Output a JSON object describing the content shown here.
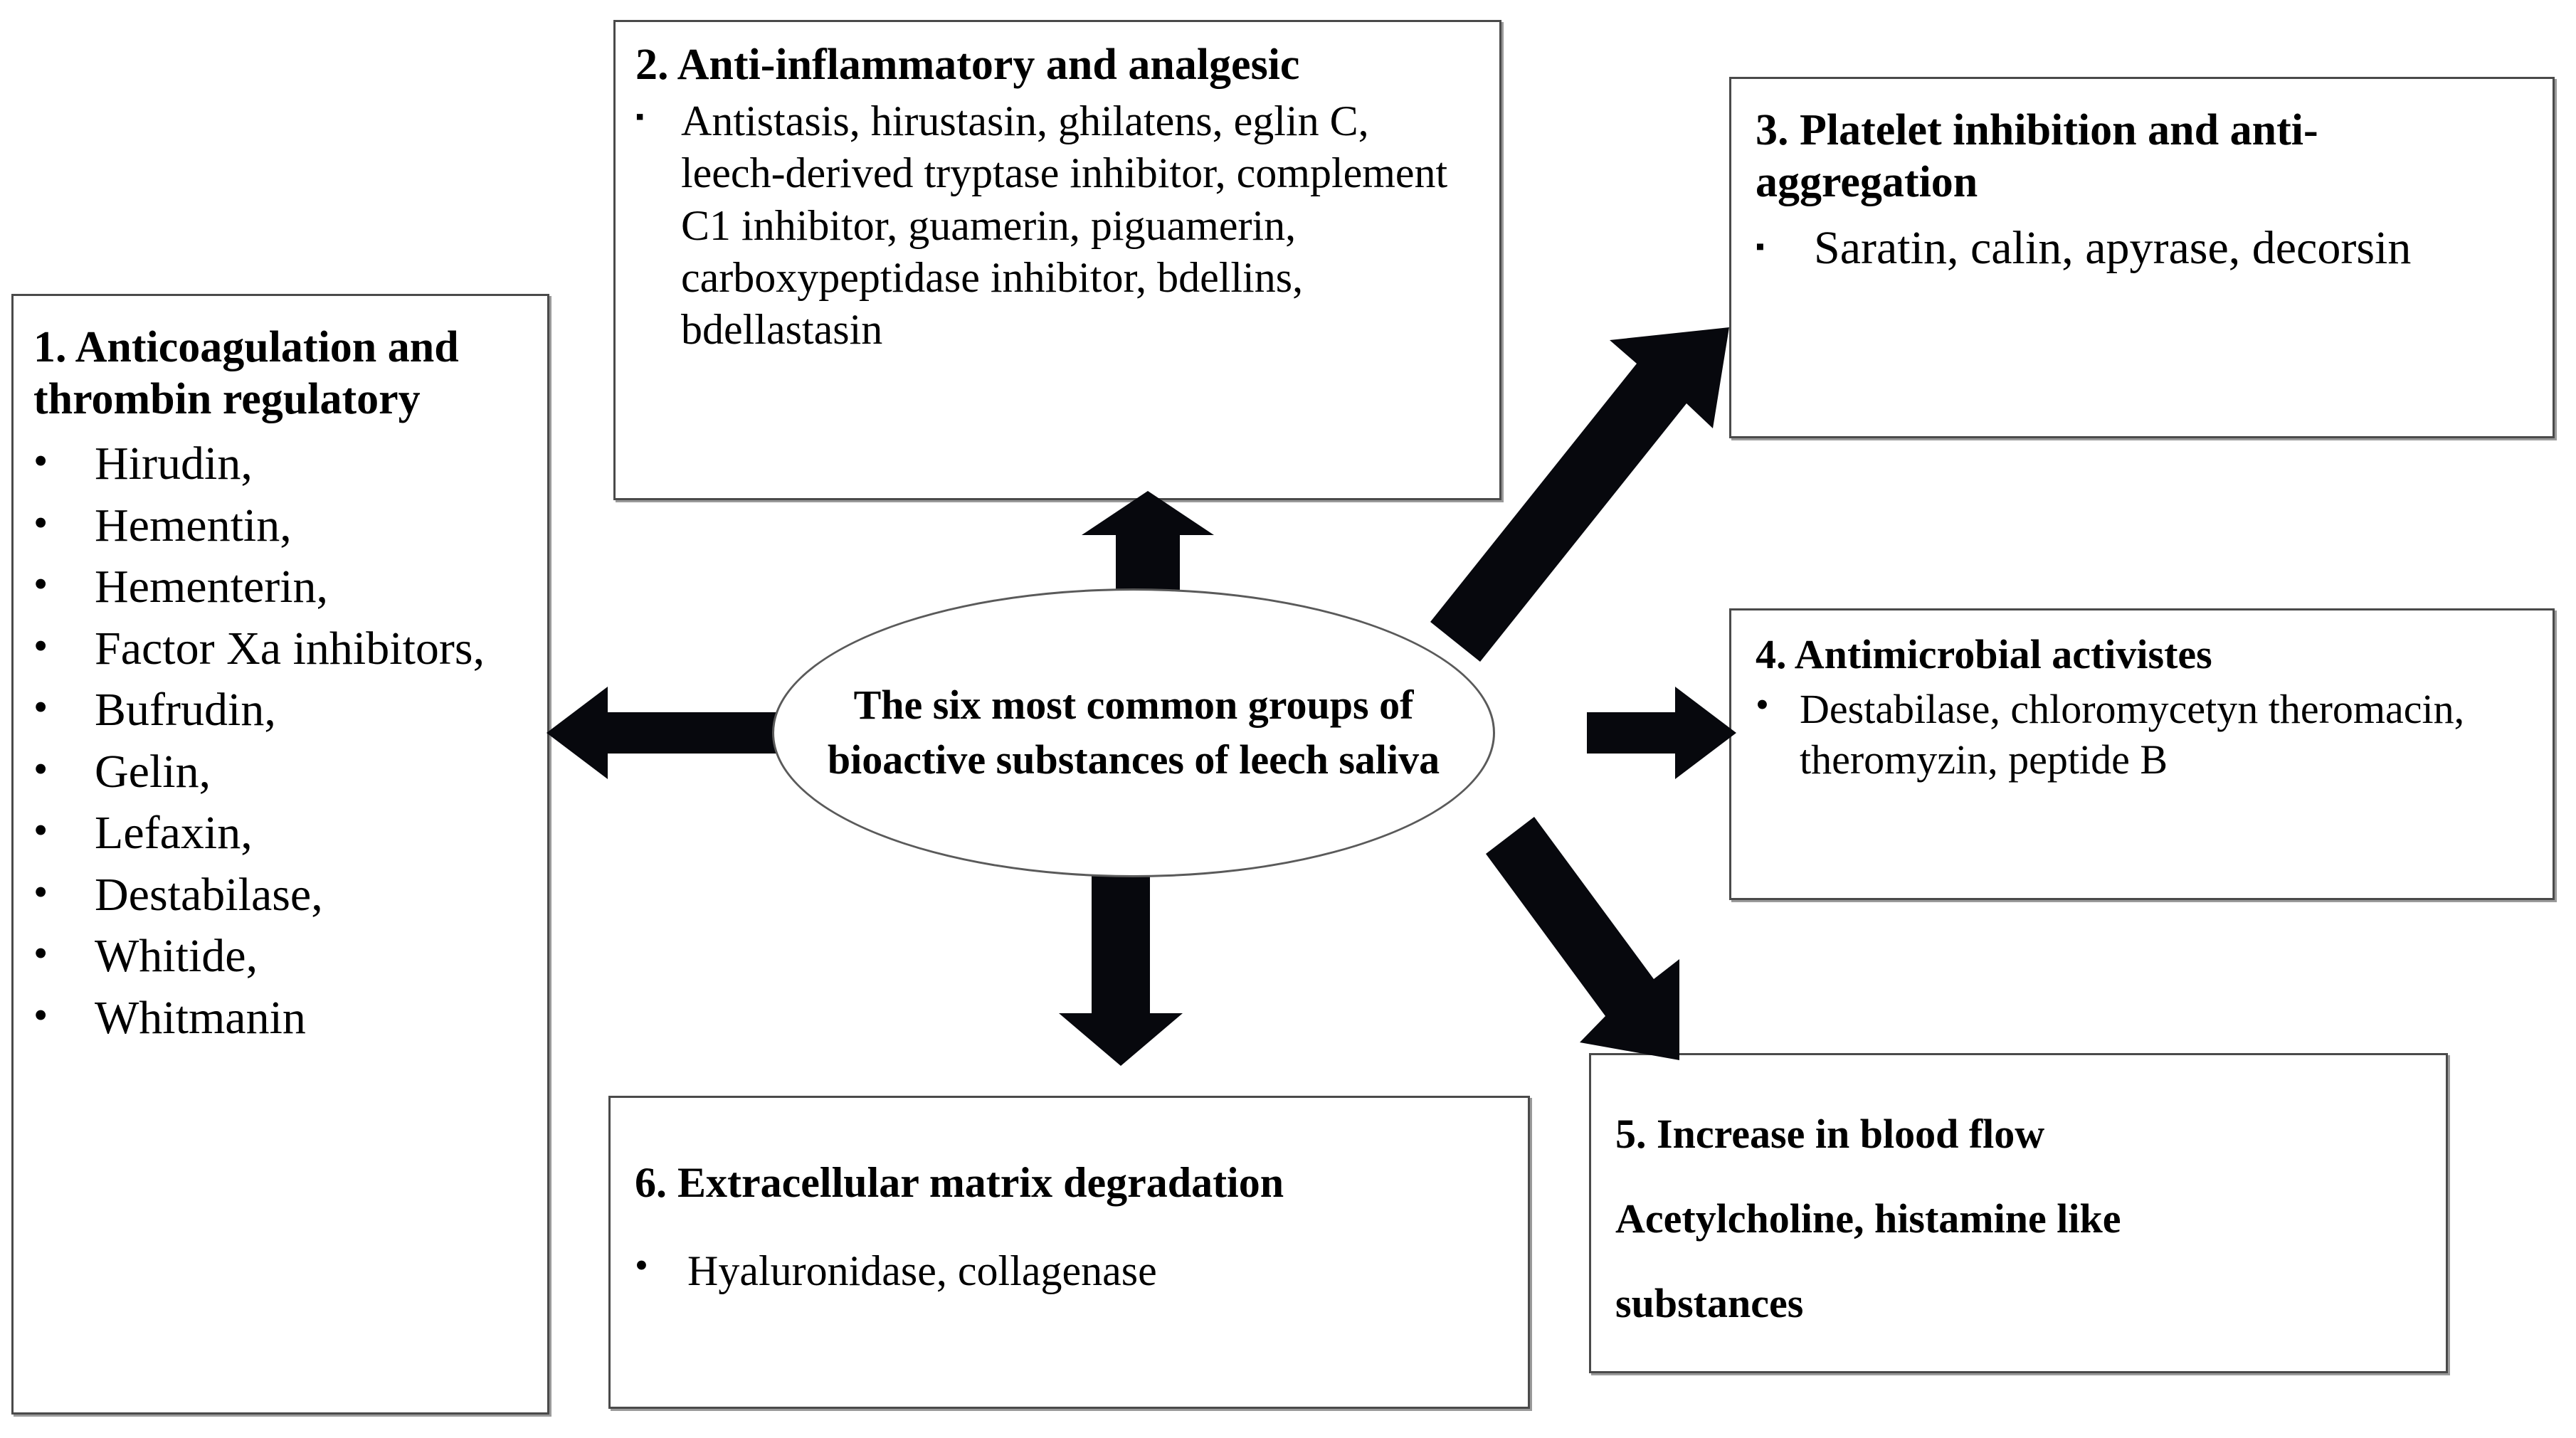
{
  "center": {
    "label": "The six most common groups of bioactive substances of leech saliva"
  },
  "boxes": [
    {
      "id": "box1",
      "title": "1. Anticoagulation and thrombin regulatory",
      "bullet_glyph": "•",
      "items": [
        "Hirudin,",
        "Hementin,",
        "Hementerin,",
        "Factor Xa inhibitors,",
        "Bufrudin,",
        "Gelin,",
        "Lefaxin,",
        "Destabilase,",
        "Whitide,",
        "Whitmanin"
      ]
    },
    {
      "id": "box2",
      "title": "2. Anti-inflammatory and analgesic",
      "bullet_glyph": "▪",
      "items": [
        "Antistasis, hirustasin, ghilatens, eglin C, leech-derived tryptase inhibitor, complement C1 inhibitor, guamerin, piguamerin, carboxypeptidase inhibitor, bdellins, bdellastasin"
      ]
    },
    {
      "id": "box3",
      "title": "3. Platelet inhibition and anti-aggregation",
      "bullet_glyph": "▪",
      "items": [
        "Saratin, calin, apyrase, decorsin"
      ]
    },
    {
      "id": "box4",
      "title": "4. Antimicrobial activistes",
      "bullet_glyph": "•",
      "items": [
        "Destabilase, chloromycetyn theromacin, theromyzin, peptide B"
      ]
    },
    {
      "id": "box5",
      "title": "5. Increase in blood flow",
      "bullet_glyph": "",
      "items": [
        "Acetylcholine, histamine like",
        "substances"
      ]
    },
    {
      "id": "box6",
      "title": "6. Extracellular matrix degradation",
      "bullet_glyph": "•",
      "items": [
        "Hyaluronidase, collagenase"
      ]
    }
  ],
  "colors": {
    "arrow_fill": "#07080d",
    "box_border": "#4a4a4a",
    "ellipse_border": "#5a5a5a",
    "text": "#000000",
    "background": "#ffffff"
  },
  "arrows": [
    {
      "name": "arrow-to-box-1",
      "direction": "left"
    },
    {
      "name": "arrow-to-box-2",
      "direction": "up"
    },
    {
      "name": "arrow-to-box-3",
      "direction": "up-right"
    },
    {
      "name": "arrow-to-box-4",
      "direction": "right"
    },
    {
      "name": "arrow-to-box-5",
      "direction": "down-right"
    },
    {
      "name": "arrow-to-box-6",
      "direction": "down"
    }
  ]
}
